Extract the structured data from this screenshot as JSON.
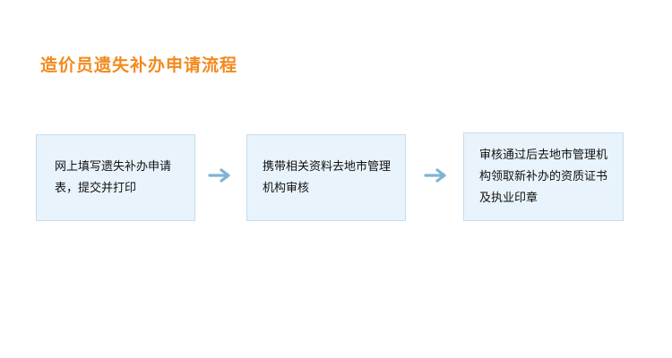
{
  "title": "造价员遗失补办申请流程",
  "steps": [
    {
      "text": "网上填写遗失补办申请表，提交并打印"
    },
    {
      "text": "携带相关资料去地市管理机构审核"
    },
    {
      "text": "审核通过后去地市管理机构领取新补办的资质证书及执业印章"
    }
  ],
  "colors": {
    "title": "#f28a1e",
    "box_fill": "#e8f3fb",
    "box_border": "#c7dcec",
    "arrow": "#7fb3d6"
  },
  "icons": {
    "connector": "right-arrow-icon"
  }
}
